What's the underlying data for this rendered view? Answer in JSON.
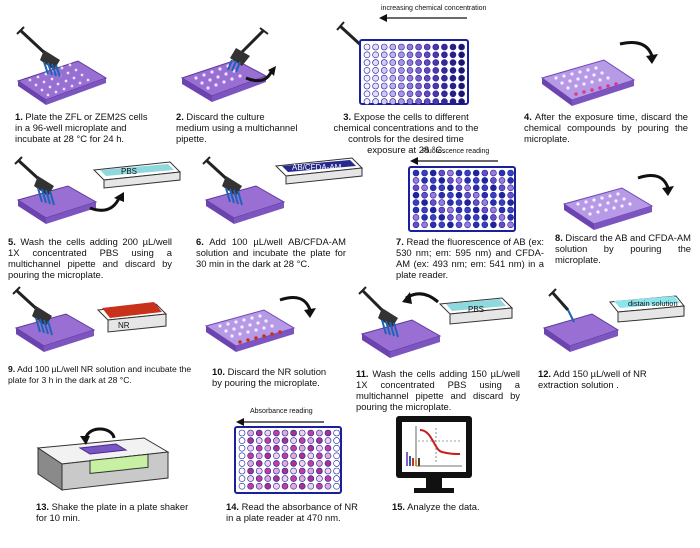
{
  "steps": [
    {
      "num": "1.",
      "text": " Plate the ZFL or ZEM2S cells in a 96-well microplate and incubate at 28 °C for 24 h."
    },
    {
      "num": "2.",
      "text": " Discard the culture medium using a multichannel pipette."
    },
    {
      "num": "3.",
      "text": " Expose the cells to different chemical concentrations and to the controls for the desired time exposure at 28 °C."
    },
    {
      "num": "4.",
      "text": " After the exposure time, discard the chemical compounds by pouring the microplate."
    },
    {
      "num": "5.",
      "text": " Wash the cells adding 200 µL/well 1X concentrated PBS using a multichannel pipette and discard by pouring the microplate."
    },
    {
      "num": "6.",
      "text": " Add 100 µL/well AB/CFDA-AM solution and incubate the plate for 30 min in the dark at 28 °C."
    },
    {
      "num": "7.",
      "text": " Read the fluorescence of AB (ex: 530 nm; em: 595 nm) and CFDA-AM (ex: 493 nm; em: 541 nm) in a plate reader."
    },
    {
      "num": "8.",
      "text": " Discard the AB and CFDA-AM solution by pouring the microplate."
    },
    {
      "num": "9.",
      "text": " Add 100 µL/well NR solution and incubate the plate for 3 h in the dark at 28 °C."
    },
    {
      "num": "10.",
      "text": " Discard the NR solution by pouring the microplate."
    },
    {
      "num": "11.",
      "text": " Wash the cells adding 150 µL/well 1X concentrated PBS using a multichannel pipette and discard by pouring the microplate."
    },
    {
      "num": "12.",
      "text": " Add 150 µL/well of NR extraction solution ."
    },
    {
      "num": "13.",
      "text": " Shake the plate in a plate shaker for 10 min."
    },
    {
      "num": "14.",
      "text": " Read the absorbance of NR in a plate reader at 470 nm."
    },
    {
      "num": "15.",
      "text": " Analyze the data."
    }
  ],
  "labels": {
    "gradient": "increasing chemical concentration",
    "fluorescence": "Fluorescence reading",
    "absorbance": "Absorbance reading",
    "pbs": "PBS",
    "ab_cfda": "AB/CFDA-AM",
    "nr": "NR",
    "distain": "distain solution"
  },
  "colors": {
    "plate_purple": "#8a5cc8",
    "plate_blue": "#1a1f9c",
    "nr_red": "#c8321a",
    "pbs_cyan": "#7fd8e0",
    "ab_navy": "#262a8c",
    "pipette": "#222222",
    "tip_blue": "#1d63b8"
  }
}
